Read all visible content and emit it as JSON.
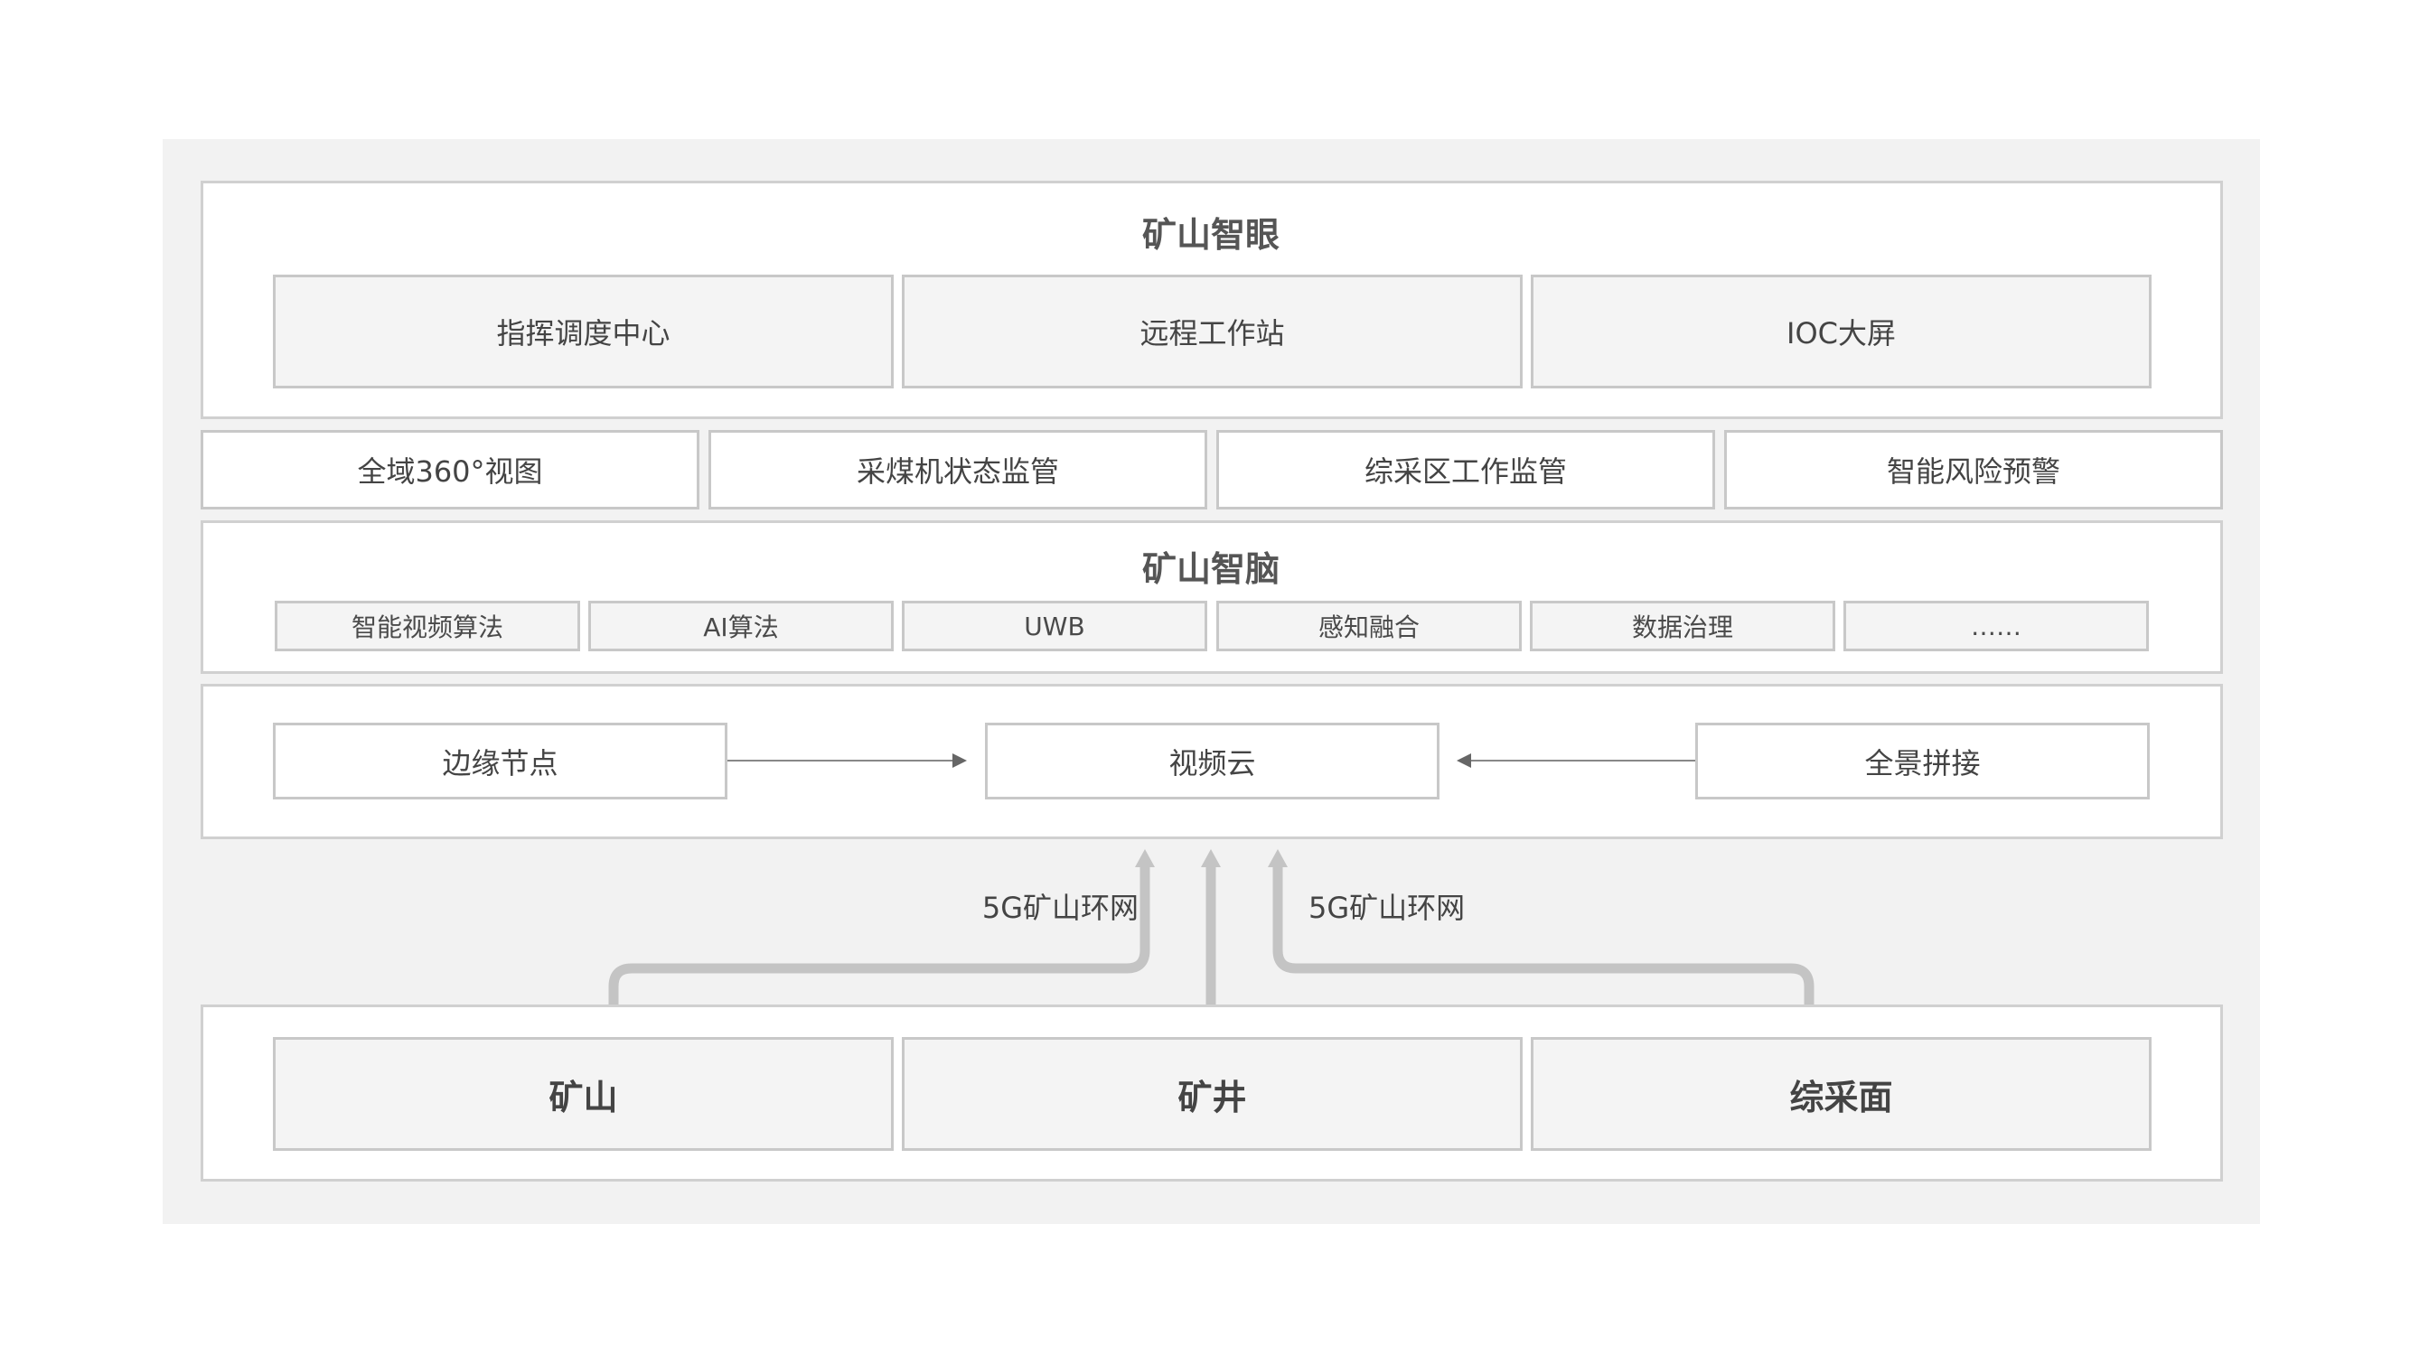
{
  "eye": {
    "title": "矿山智眼",
    "items": [
      "指挥调度中心",
      "远程工作站",
      "IOC大屏"
    ]
  },
  "apps": [
    "全域360°视图",
    "采煤机状态监管",
    "综采区工作监管",
    "智能风险预警"
  ],
  "brain": {
    "title": "矿山智脑",
    "items": [
      "智能视频算法",
      "AI算法",
      "UWB",
      "感知融合",
      "数据治理",
      "……"
    ]
  },
  "cloud": {
    "left": "边缘节点",
    "center": "视频云",
    "right": "全景拼接"
  },
  "network": {
    "left_label": "5G矿山环网",
    "right_label": "5G矿山环网"
  },
  "sources": [
    "矿山",
    "矿井",
    "综采面"
  ],
  "colors": {
    "background": "#f2f2f2",
    "panel": "#ffffff",
    "cell": "#f4f4f4",
    "border": "#c8c8c8",
    "pipe": "#c4c4c4",
    "arrow": "#888888"
  }
}
